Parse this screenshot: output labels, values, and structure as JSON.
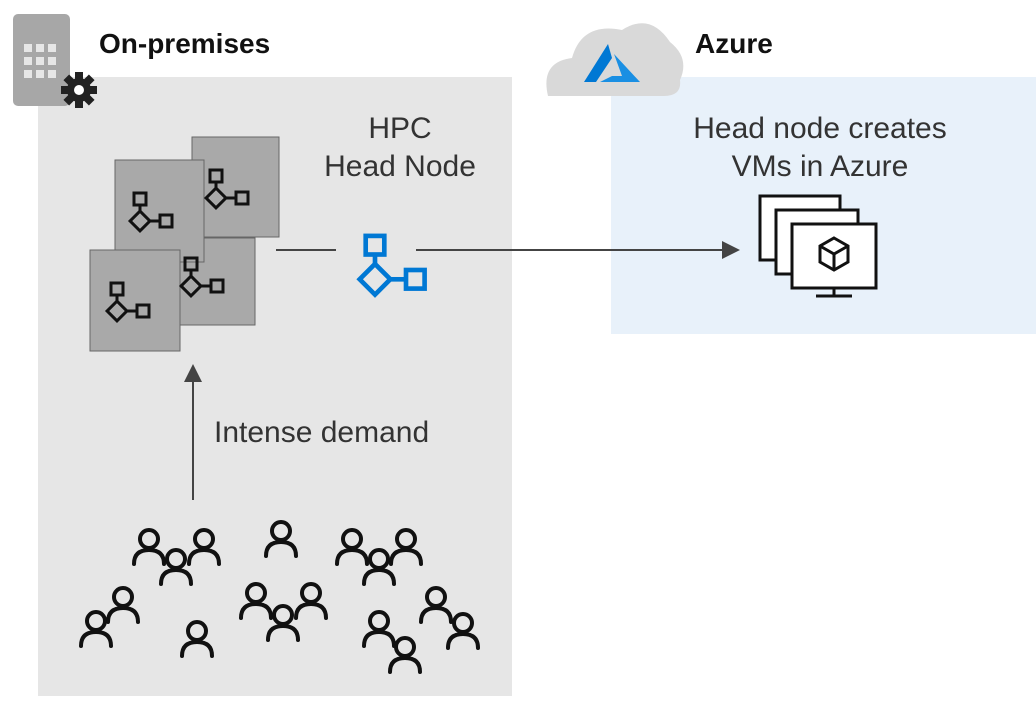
{
  "onprem": {
    "title": "On-premises"
  },
  "azure": {
    "title": "Azure",
    "caption_line1": "Head node creates",
    "caption_line2": "VMs in Azure"
  },
  "head_node": {
    "label_line1": "HPC",
    "label_line2": "Head Node"
  },
  "demand": {
    "label": "Intense demand"
  },
  "colors": {
    "onprem_bg": "#e6e6e6",
    "azure_bg": "#e8f1fa",
    "node_tile": "#a9a9a9",
    "accent_blue": "#0078d4",
    "line": "#444444"
  },
  "icons": [
    "building-gear-icon",
    "azure-cloud-icon",
    "compute-node-icon",
    "head-node-icon",
    "vm-stack-icon",
    "users-icon"
  ]
}
